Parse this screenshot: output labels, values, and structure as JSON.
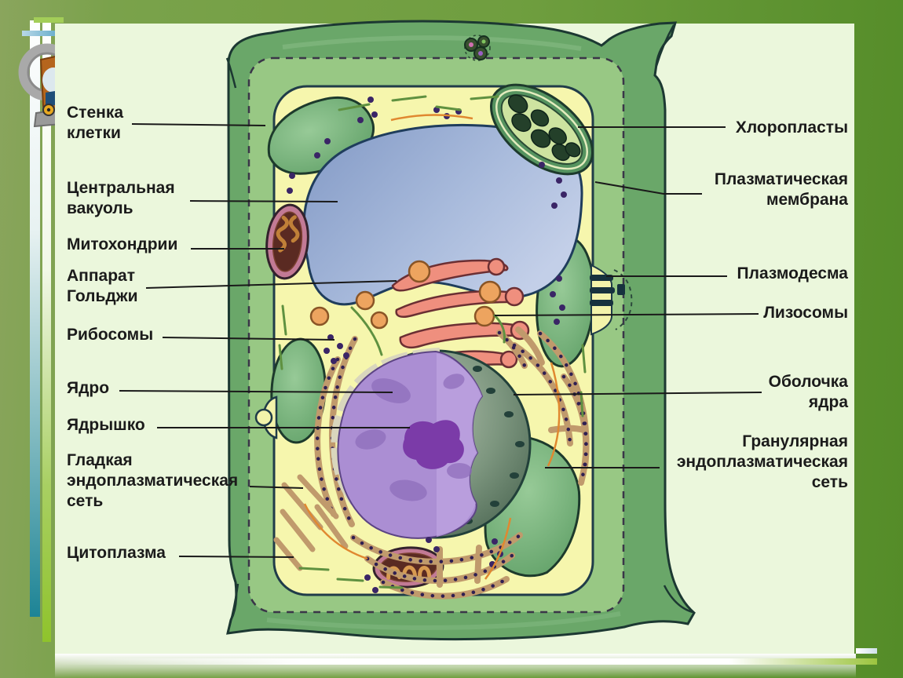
{
  "slide": {
    "background_color": "#ebf7dc",
    "decoration": {
      "corner_icon": "microscope-clipart-icon",
      "stripe_colors": [
        "#1d8496",
        "#8fc32c",
        "#ffffff"
      ]
    }
  },
  "diagram": {
    "subject": "plant-cell-structure",
    "palette": {
      "cell_wall_green": "#6aa769",
      "inner_wall_green": "#98c884",
      "cytoplasm_yellow": "#f6f6ad",
      "vacuole_blue": "#8fa5cb",
      "nucleus_purple": "#ab8ed3",
      "nucleolus_purple": "#7b3ba8",
      "nuclear_envelope_gray": "#7c957e",
      "golgi_pink": "#ef8f7e",
      "lysosome_orange": "#eda45f",
      "mitochondria_maroon": "#5a2a22",
      "er_tan": "#c09a6c",
      "ribosome_dot": "#3a2566",
      "outline_dark": "#1c3832",
      "pointer_line": "#1a1a1a"
    }
  },
  "labels": {
    "left": [
      {
        "text": "Стенка\nклетки"
      },
      {
        "text": "Центральная\nвакуоль"
      },
      {
        "text": "Митохондрии"
      },
      {
        "text": "Аппарат\nГольджи"
      },
      {
        "text": "Рибосомы"
      },
      {
        "text": "Ядро"
      },
      {
        "text": "Ядрышко"
      },
      {
        "text": "Гладкая\nэндоплазматическая\nсеть"
      },
      {
        "text": "Цитоплазма"
      }
    ],
    "right": [
      {
        "text": "Хлоропласты"
      },
      {
        "text": "Плазматическая\nмембрана"
      },
      {
        "text": "Плазмодесма"
      },
      {
        "text": "Лизосомы"
      },
      {
        "text": "Оболочка\nядра"
      },
      {
        "text": "Гранулярная\nэндоплазматическая\nсеть"
      }
    ]
  }
}
